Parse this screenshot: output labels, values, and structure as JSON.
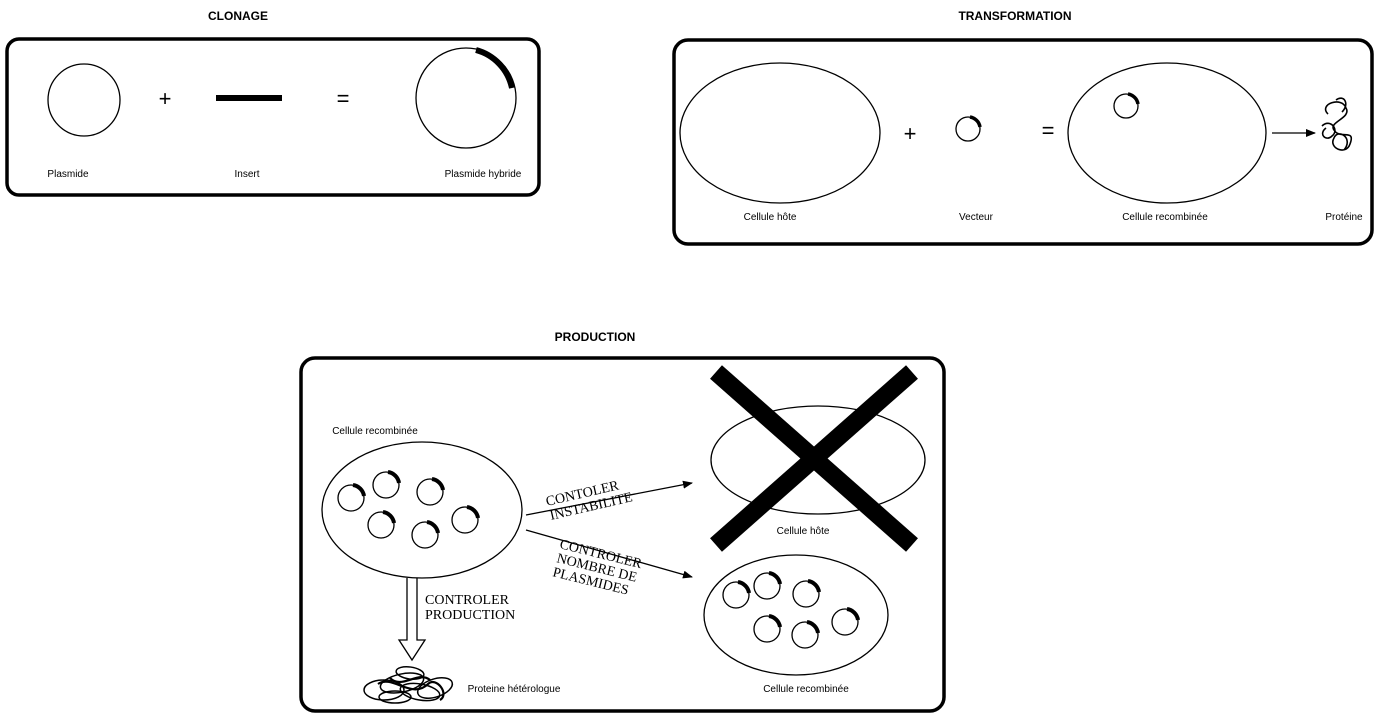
{
  "clonage": {
    "title": "CLONAGE",
    "plasmid_label": "Plasmide",
    "plus": "+",
    "insert_label": "Insert",
    "equals": "=",
    "hybrid_label": "Plasmide hybride"
  },
  "transformation": {
    "title": "TRANSFORMATION",
    "host_label": "Cellule hôte",
    "plus": "+",
    "vector_label": "Vecteur",
    "equals": "=",
    "recombined_label": "Cellule recombinée",
    "protein_label": "Protéine"
  },
  "production": {
    "title": "PRODUCTION",
    "recombined_label": "Cellule recombinée",
    "instability_line1": "CONTOLER",
    "instability_line2": "INSTABILITE",
    "host_label": "Cellule hôte",
    "plasmid_line1": "CONTROLER",
    "plasmid_line2": "NOMBRE DE",
    "plasmid_line3": "PLASMIDES",
    "production_line1": "CONTROLER",
    "production_line2": "PRODUCTION",
    "protein_label": "Proteine hétérologue",
    "recombined_label_2": "Cellule recombinée"
  }
}
